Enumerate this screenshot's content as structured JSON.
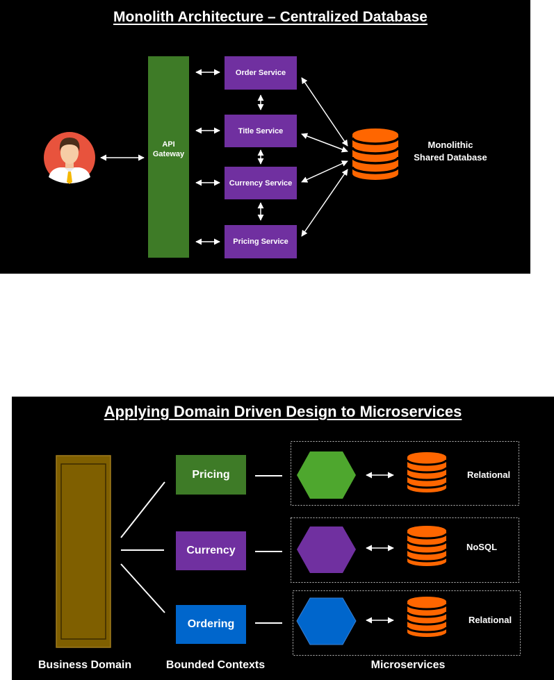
{
  "top": {
    "title": "Monolith Architecture – Centralized Database",
    "gateway_line1": "API",
    "gateway_line2": "Gateway",
    "services": [
      "Order Service",
      "Title Service",
      "Currency Service",
      "Pricing Service"
    ],
    "db_line1": "Monolithic",
    "db_line2": "Shared Database"
  },
  "bottom": {
    "title": "Applying Domain Driven Design to Microservices",
    "contexts": [
      "Pricing",
      "Currency",
      "Ordering"
    ],
    "databases": [
      "Relational",
      "NoSQL",
      "Relational"
    ],
    "captions": {
      "domain": "Business Domain",
      "contexts": "Bounded Contexts",
      "microservices": "Microservices"
    }
  },
  "colors": {
    "background": "#000000",
    "gateway_green": "#3e7b27",
    "service_purple": "#7030a0",
    "database_orange": "#ff6600",
    "pricing_green": "#4ea72e",
    "ordering_blue": "#0066cc",
    "domain_brown": "#7f5f00",
    "avatar_red": "#e8533d"
  }
}
